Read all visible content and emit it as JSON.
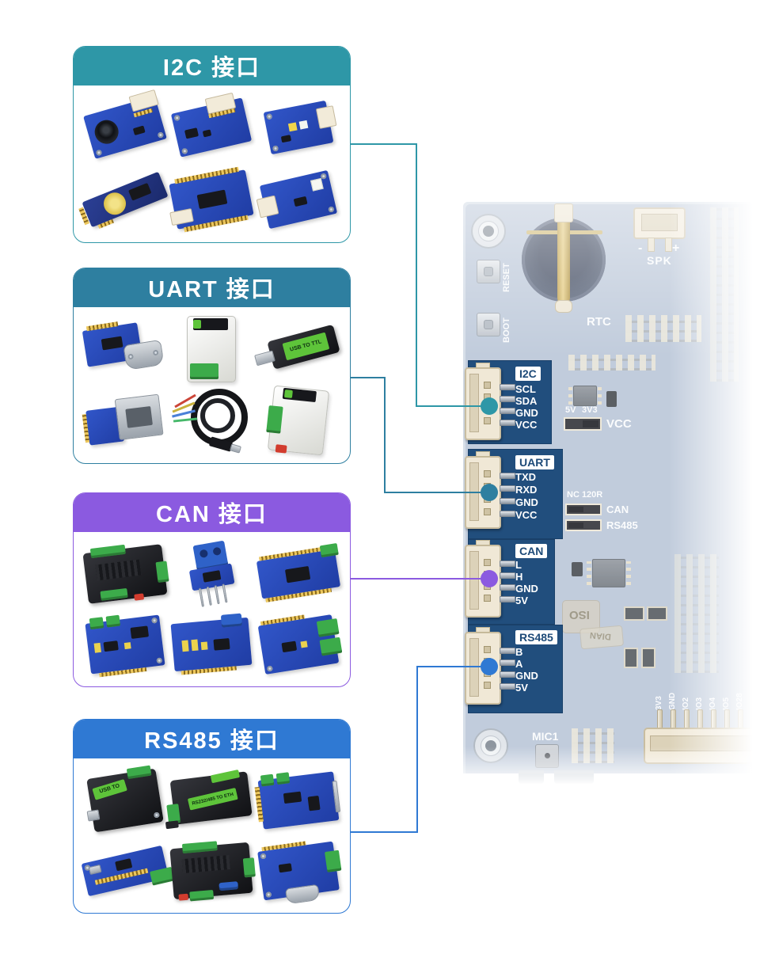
{
  "colors": {
    "i2c": "#2e97a7",
    "uart": "#2e7fa0",
    "can": "#8b5ae0",
    "rs485": "#2f79d3"
  },
  "panels": [
    {
      "id": "i2c",
      "title": "I2C 接口"
    },
    {
      "id": "uart",
      "title": "UART 接口"
    },
    {
      "id": "can",
      "title": "CAN 接口"
    },
    {
      "id": "rs485",
      "title": "RS485 接口"
    }
  ],
  "module_texts": {
    "usb_ttl": "USB TO TTL",
    "usb_to": "USB TO",
    "eth": "RS232/485 TO ETH"
  },
  "board": {
    "reset_label": "RESET",
    "boot_label": "BOOT",
    "rtc_label": "RTC",
    "spk_label": "SPK",
    "spk_minus": "-",
    "spk_plus": "+",
    "power_jumper": {
      "v5": "5V",
      "v3": "3V3",
      "out": "VCC"
    },
    "termination": {
      "title": "NC 120R",
      "can": "CAN",
      "rs485": "RS485"
    },
    "iso_label": "ISO",
    "dian_label": "DIAN",
    "mic_label": "MIC1",
    "connectors": [
      {
        "label": "I2C",
        "pins": [
          "SCL",
          "SDA",
          "GND",
          "VCC"
        ]
      },
      {
        "label": "UART",
        "pins": [
          "TXD",
          "RXD",
          "GND",
          "VCC"
        ]
      },
      {
        "label": "CAN",
        "pins": [
          "L",
          "H",
          "GND",
          "5V"
        ]
      },
      {
        "label": "RS485",
        "pins": [
          "B",
          "A",
          "GND",
          "5V"
        ]
      }
    ],
    "gpio_labels": [
      "3V3",
      "GND",
      "IO2",
      "IO3",
      "IO4",
      "IO5",
      "IO28"
    ]
  }
}
